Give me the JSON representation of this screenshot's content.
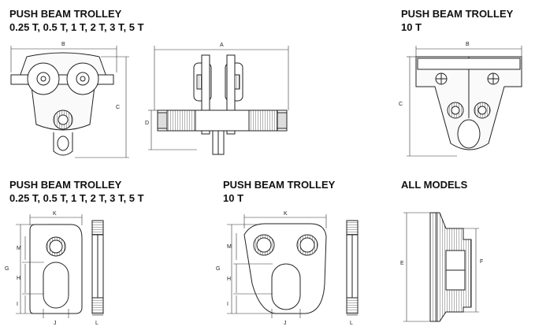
{
  "headers": [
    {
      "title": "PUSH BEAM TROLLEY",
      "subtitle": "0.25 T, 0.5 T, 1 T, 2 T, 3 T, 5 T"
    },
    {
      "title": "PUSH BEAM TROLLEY",
      "subtitle": "10 T"
    },
    {
      "title": "PUSH BEAM TROLLEY",
      "subtitle": "0.25 T, 0.5 T, 1 T, 2 T, 3 T, 5 T"
    },
    {
      "title": "PUSH BEAM TROLLEY",
      "subtitle": "10 T"
    },
    {
      "title": "ALL MODELS",
      "subtitle": ""
    }
  ],
  "dimension_labels": {
    "A": "A",
    "B": "B",
    "C": "C",
    "D": "D",
    "E": "E",
    "F": "F",
    "G": "G",
    "H": "H",
    "I": "I",
    "J": "J",
    "K": "K",
    "L": "L",
    "M": "M"
  }
}
